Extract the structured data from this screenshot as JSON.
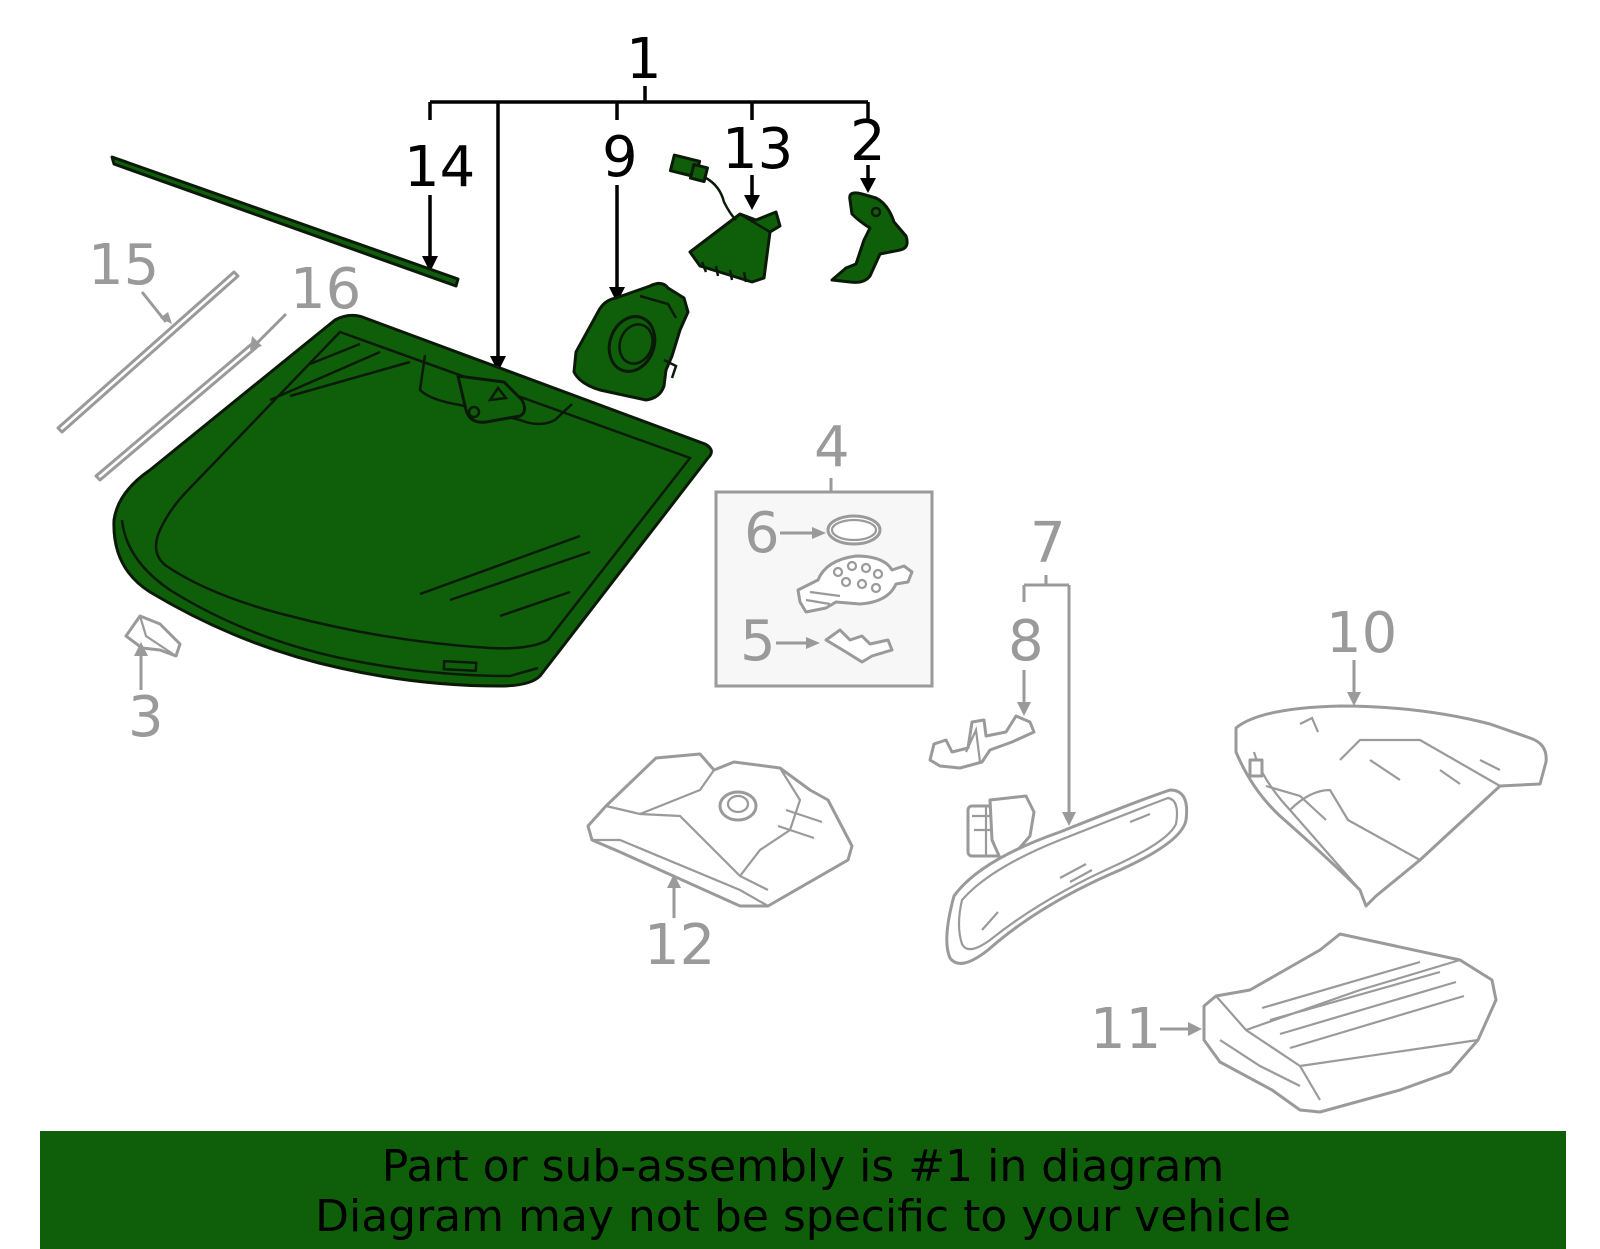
{
  "diagram": {
    "colors": {
      "highlight_fill": "#0f5f0a",
      "highlight_outline": "#0b1a08",
      "inactive_gray": "#9a9a9a",
      "banner_background": "#0f5f0a"
    },
    "callouts": {
      "c1": "1",
      "c2": "2",
      "c3": "3",
      "c4": "4",
      "c5": "5",
      "c6": "6",
      "c7": "7",
      "c8": "8",
      "c9": "9",
      "c10": "10",
      "c11": "11",
      "c12": "12",
      "c13": "13",
      "c14": "14",
      "c15": "15",
      "c16": "16"
    }
  },
  "banner": {
    "line1": "Part or sub-assembly is #1 in diagram",
    "line2": "Diagram may not be specific to your vehicle"
  }
}
